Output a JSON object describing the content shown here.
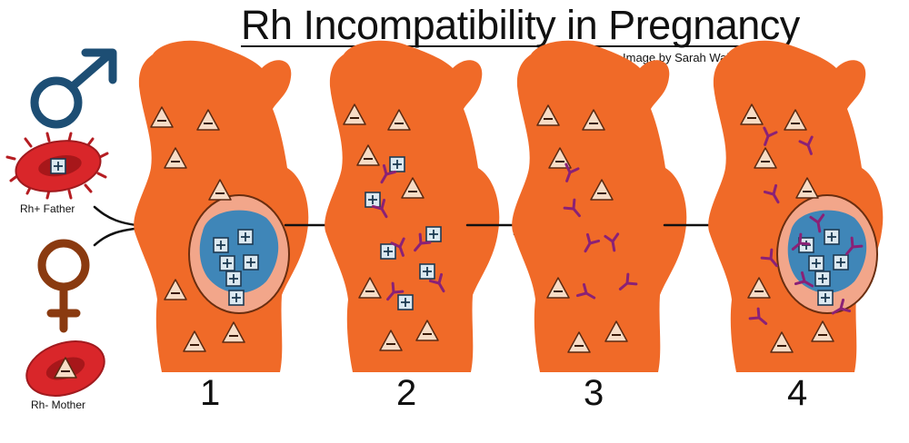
{
  "title": "Rh Incompatibility in Pregnancy",
  "credit": "Image by Sarah Walls",
  "legend": {
    "father_label": "Rh+ Father",
    "mother_label": "Rh- Mother"
  },
  "stages": [
    {
      "number": "1"
    },
    {
      "number": "2"
    },
    {
      "number": "3"
    },
    {
      "number": "4"
    }
  ],
  "colors": {
    "body": "#f06a28",
    "cell_fill": "#f7dcc6",
    "blood_cell_red": "#d9262a",
    "fetus_blue": "#3f86b8",
    "uterus_pink": "#f2a68a",
    "antibody": "#8a2176",
    "male_symbol": "#1d4e74",
    "female_symbol": "#8a3a10"
  }
}
